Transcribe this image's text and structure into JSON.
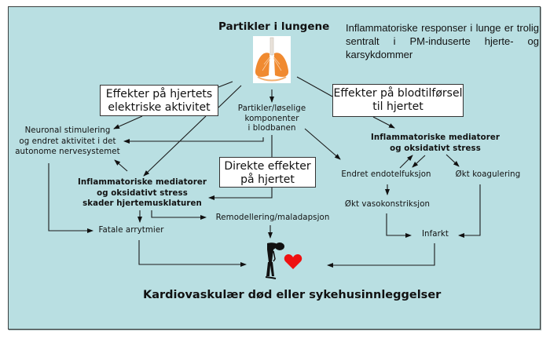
{
  "diagram": {
    "title": "Partikler i lungene",
    "note": "Inflammatoriske responser i lunge er trolig sentralt i PM-induserte hjerte- og karsykdommer",
    "boxes": {
      "electrical": [
        "Effekter på hjertets",
        "elektriske aktivitet"
      ],
      "blood_supply": [
        "Effekter på blodtilførsel",
        "til hjertet"
      ],
      "direct": [
        "Direkte effekter",
        "på hjertet"
      ]
    },
    "nodes": {
      "particles_blood": [
        "Partikler/løselige",
        "komponenter",
        "i blodbanen"
      ],
      "neuronal": [
        "Neuronal stimulering",
        "og endret aktivitet i det",
        "autonome nervesystemet"
      ],
      "inflam_heart": [
        "Inflammatoriske mediatorer",
        "og oksidativt stress",
        "skader hjertemusklaturen"
      ],
      "inflam_vascular": [
        "Inflammatoriske mediatorer",
        "og oksidativt stress"
      ],
      "endothelial": "Endret endotelfuksjon",
      "coagulation": "Økt koagulering",
      "vasoconstriction": "Økt vasokonstriksjon",
      "remodeling": "Remodellering/maladapsjon",
      "arrhythmia": "Fatale arrytmier",
      "infarction": "Infarkt"
    },
    "outcome": "Kardiovaskulær død eller sykehusinnleggelser",
    "icons": {
      "lungs": "lungs-icon",
      "person": "slumped-person-icon",
      "heart": "heart-icon"
    },
    "colors": {
      "background": "#b9dfe2",
      "box_fill": "#ffffff",
      "line": "#1a1a1a",
      "heart": "#ee1111",
      "lungs": "#f08a30"
    }
  }
}
